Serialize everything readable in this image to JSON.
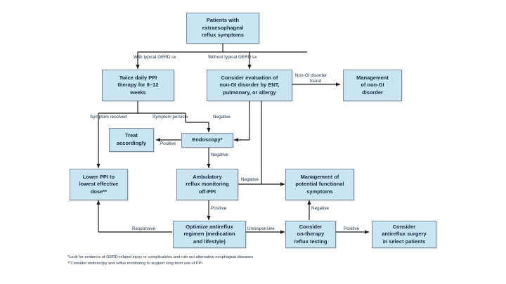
{
  "diagram": {
    "type": "clinical-algorithm-flowchart",
    "colors": {
      "node_fill": "#c9e4f2",
      "node_border": "#7b8a96",
      "text": "#10283c",
      "line": "#1a1a1a",
      "background": "#ffffff"
    },
    "nodes": [
      {
        "id": "patients",
        "label": "Patients with extraesophageal reflux symptoms"
      },
      {
        "id": "twice-daily-ppi",
        "label": "Twice daily PPI therapy for 8–12 weeks"
      },
      {
        "id": "consider-evaluation",
        "label": "Consider evaluation of non-GI disorder by ENT, pulmonary, or allergy"
      },
      {
        "id": "management-non-gi",
        "label": "Management of non-GI disorder"
      },
      {
        "id": "treat-accordingly",
        "label": "Treat accordingly"
      },
      {
        "id": "endoscopy",
        "label": "Endoscopy*"
      },
      {
        "id": "lower-ppi",
        "label": "Lower PPI to lowest effective dose**"
      },
      {
        "id": "ambulatory-reflux",
        "label": "Ambulatory reflux monitoring off-PPI"
      },
      {
        "id": "management-functional",
        "label": "Management of potential functional symptoms"
      },
      {
        "id": "optimize-antireflux",
        "label": "Optimize antireflux regimen (medication and lifestyle)"
      },
      {
        "id": "on-therapy-testing",
        "label": "Consider on-therapy reflux testing"
      },
      {
        "id": "antireflux-surgery",
        "label": "Consider antireflux surgery in select patients"
      }
    ],
    "node_lines": {
      "patients": [
        "Patients with",
        "extraesophageal",
        "reflux symptoms"
      ],
      "twice-daily-ppi": [
        "Twice daily PPI",
        "therapy for 8–12",
        "weeks"
      ],
      "consider-evaluation": [
        "Consider evaluation of",
        "non-GI disorder by ENT,",
        "pulmonary, or allergy"
      ],
      "management-non-gi": [
        "Management",
        "of non-GI",
        "disorder"
      ],
      "treat-accordingly": [
        "Treat",
        "accordingly"
      ],
      "endoscopy": [
        "Endoscopy*"
      ],
      "lower-ppi": [
        "Lower PPI to",
        "lowest effective",
        "dose**"
      ],
      "ambulatory-reflux": [
        "Ambulatory",
        "reflux monitoring",
        "off-PPI"
      ],
      "management-functional": [
        "Management of",
        "potential functional",
        "symptoms"
      ],
      "optimize-antireflux": [
        "Optimize antireflux",
        "regimen (medication",
        "and lifestyle)"
      ],
      "on-therapy-testing": [
        "Consider",
        "on-therapy",
        "reflux testing"
      ],
      "antireflux-surgery": [
        "Consider",
        "antireflux surgery",
        "in select patients"
      ]
    },
    "edge_labels": {
      "with-typical-gerd": "With typical GERD sx",
      "without-typical-gerd": "Without typical GERD sx",
      "non-gi-found": "Non-GI disorder",
      "non-gi-found-2": "found",
      "symptom-resolved": "Symptom resolved",
      "symptom-persists": "Symptom persists",
      "negative-eval": "Negative",
      "positive-endoscopy": "Positive",
      "negative-endoscopy": "Negative",
      "negative-ambulatory": "Negative",
      "positive-ambulatory": "Positive",
      "responsive": "Responsive",
      "unresponsive": "Unresponsive",
      "negative-on-therapy": "Negative",
      "positive-on-therapy": "Positive"
    },
    "footnotes": [
      "*Look for evidence of GERD-related injury or complications and rule out alternative esophageal diseases",
      "**Consider endoscopy and reflux monitoring to support long-term use of PPI"
    ]
  }
}
